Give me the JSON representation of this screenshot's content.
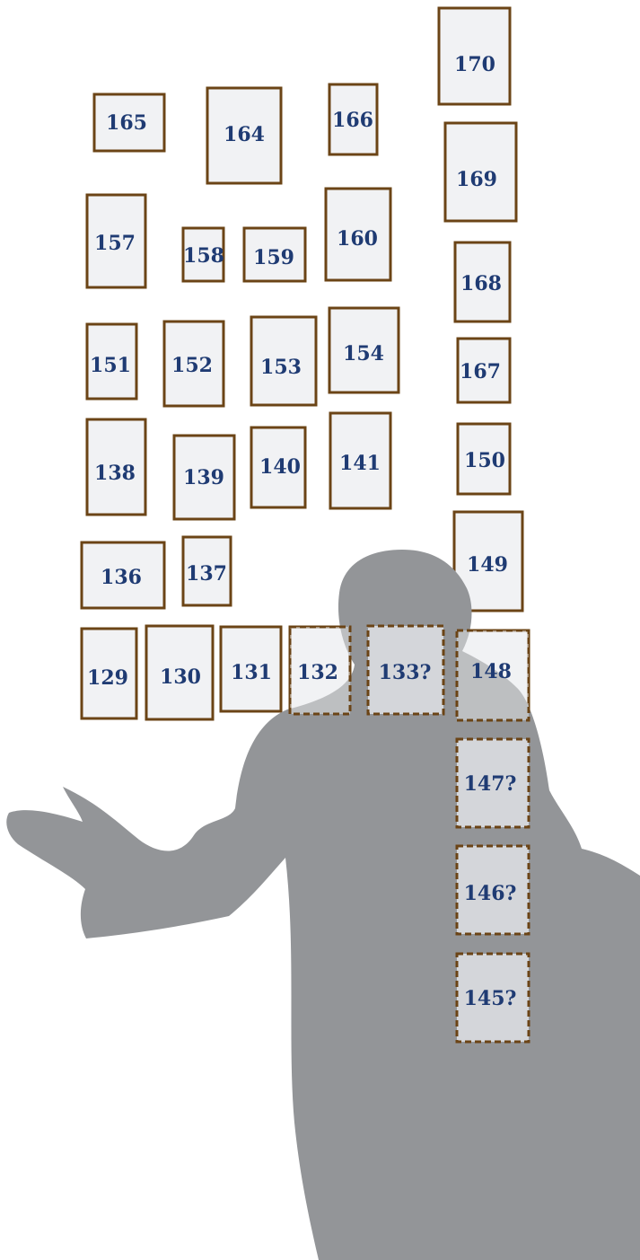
{
  "colors": {
    "frame_border": "#6b4416",
    "frame_fill": "#f1f2f4",
    "frame_missing_fill": "#d4d6da",
    "label_text": "#1f3b73",
    "silhouette": "#939598"
  },
  "frames": [
    {
      "id": "f170",
      "label": "170",
      "status": "solid"
    },
    {
      "id": "f165",
      "label": "165",
      "status": "solid"
    },
    {
      "id": "f164",
      "label": "164",
      "status": "solid"
    },
    {
      "id": "f166",
      "label": "166",
      "status": "solid"
    },
    {
      "id": "f169",
      "label": "169",
      "status": "solid"
    },
    {
      "id": "f157",
      "label": "157",
      "status": "solid"
    },
    {
      "id": "f158",
      "label": "158",
      "status": "solid"
    },
    {
      "id": "f159",
      "label": "159",
      "status": "solid"
    },
    {
      "id": "f160",
      "label": "160",
      "status": "solid"
    },
    {
      "id": "f168",
      "label": "168",
      "status": "solid"
    },
    {
      "id": "f151",
      "label": "151",
      "status": "solid"
    },
    {
      "id": "f152",
      "label": "152",
      "status": "solid"
    },
    {
      "id": "f153",
      "label": "153",
      "status": "solid"
    },
    {
      "id": "f154",
      "label": "154",
      "status": "solid"
    },
    {
      "id": "f167",
      "label": "167",
      "status": "solid"
    },
    {
      "id": "f138",
      "label": "138",
      "status": "solid"
    },
    {
      "id": "f139",
      "label": "139",
      "status": "solid"
    },
    {
      "id": "f140",
      "label": "140",
      "status": "solid"
    },
    {
      "id": "f141",
      "label": "141",
      "status": "solid"
    },
    {
      "id": "f150",
      "label": "150",
      "status": "solid"
    },
    {
      "id": "f136",
      "label": "136",
      "status": "solid"
    },
    {
      "id": "f137",
      "label": "137",
      "status": "solid"
    },
    {
      "id": "f149",
      "label": "149",
      "status": "solid"
    },
    {
      "id": "f129",
      "label": "129",
      "status": "solid"
    },
    {
      "id": "f130",
      "label": "130",
      "status": "solid"
    },
    {
      "id": "f131",
      "label": "131",
      "status": "solid"
    },
    {
      "id": "f132",
      "label": "132",
      "status": "partial"
    },
    {
      "id": "f133",
      "label": "133?",
      "status": "missing"
    },
    {
      "id": "f148",
      "label": "148",
      "status": "partial"
    },
    {
      "id": "f147",
      "label": "147?",
      "status": "missing"
    },
    {
      "id": "f146",
      "label": "146?",
      "status": "missing"
    },
    {
      "id": "f145",
      "label": "145?",
      "status": "missing"
    }
  ]
}
